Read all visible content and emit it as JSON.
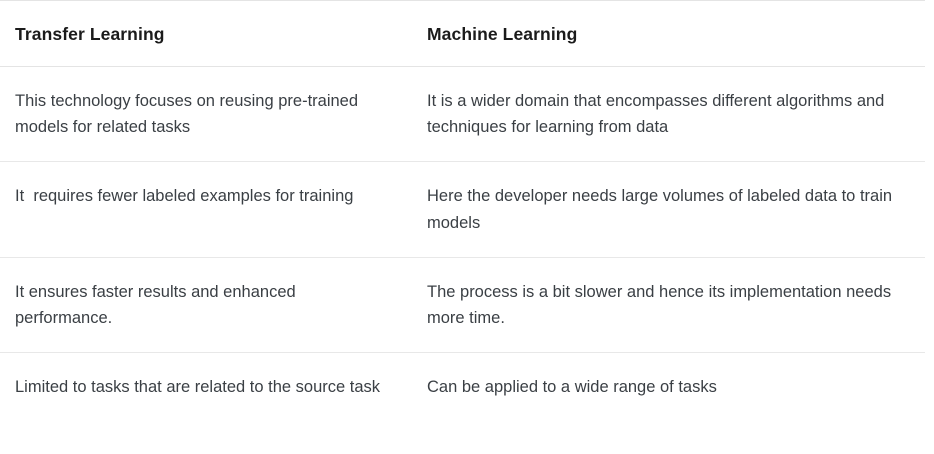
{
  "table": {
    "columns": [
      {
        "id": "transfer-learning",
        "label": "Transfer Learning"
      },
      {
        "id": "machine-learning",
        "label": "Machine Learning"
      }
    ],
    "rows": [
      {
        "transfer_learning": "This technology focuses on reusing pre-trained models for related tasks",
        "machine_learning": "It is a wider domain that encompasses different algorithms and techniques for learning from data"
      },
      {
        "transfer_learning": "It  requires fewer labeled examples for training",
        "machine_learning": "Here the developer needs large volumes of labeled data to train models"
      },
      {
        "transfer_learning": "It ensures faster results and enhanced performance.",
        "machine_learning": "The process is a bit slower and hence its implementation needs more time."
      },
      {
        "transfer_learning": "Limited to tasks that are related to the source task",
        "machine_learning": "Can be applied to a wide range of tasks"
      }
    ]
  },
  "colors": {
    "background": "#ffffff",
    "header_text": "#1b1b1b",
    "body_text": "#3a3f44",
    "rule": "#e4e4e4"
  }
}
